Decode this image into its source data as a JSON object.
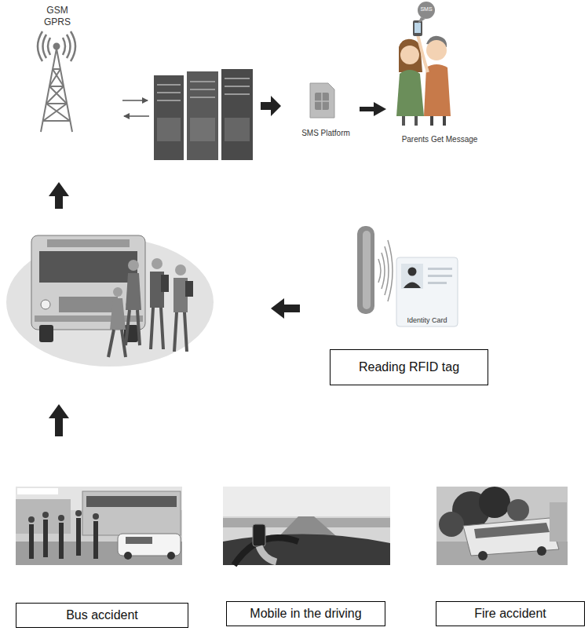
{
  "diagram": {
    "nodes": [
      {
        "text": [
          "GSM GPRS"
        ]
      },
      {
        "text": [
          "SMS Platform"
        ]
      },
      {
        "text": [
          "Parents Get Message"
        ]
      },
      {
        "text": [
          "Identity Card"
        ]
      },
      {
        "text": [
          "Reading RFID tag"
        ]
      },
      {
        "text": [
          "Bus accident"
        ]
      },
      {
        "text": [
          "Mobile in the driving"
        ]
      },
      {
        "text": [
          "Fire accident"
        ]
      }
    ],
    "edges": [
      {
        "from": 1,
        "to": 2,
        "arrow": "to"
      }
    ],
    "labels": [
      "SMS"
    ]
  }
}
